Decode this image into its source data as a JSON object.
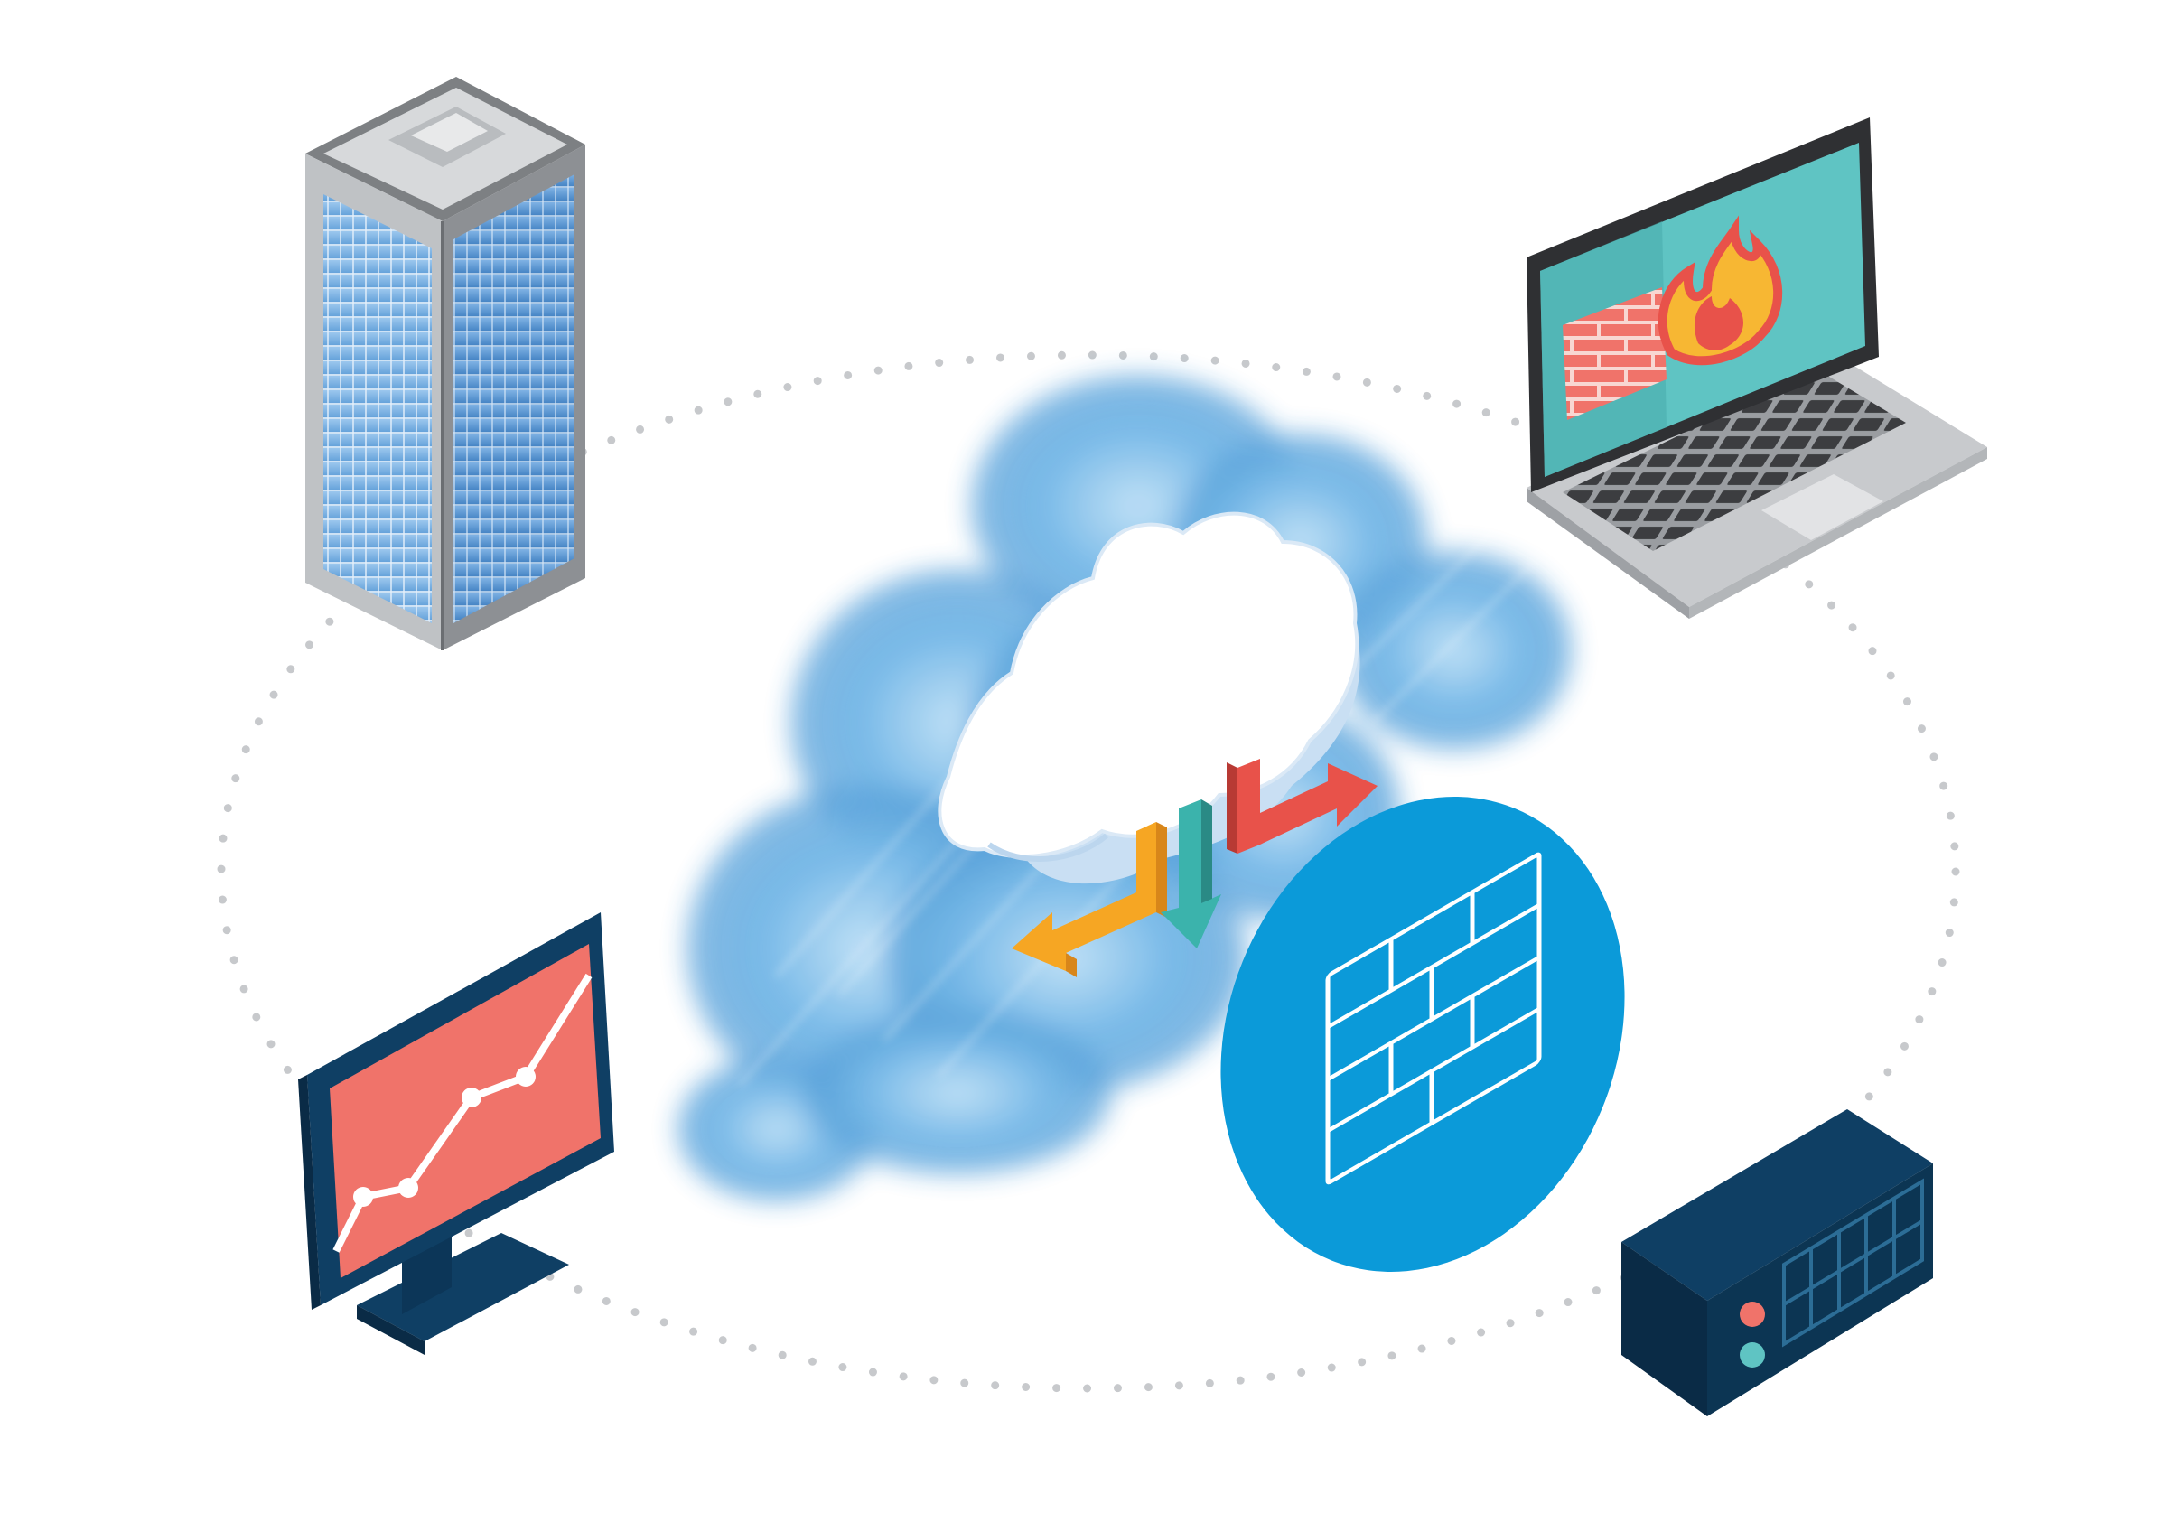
{
  "diagram": {
    "nodes": [
      {
        "id": "office-building",
        "icon": "office-building-icon"
      },
      {
        "id": "laptop",
        "icon": "laptop-firewall-icon"
      },
      {
        "id": "monitor",
        "icon": "monitor-chart-icon"
      },
      {
        "id": "server",
        "icon": "server-rack-icon"
      },
      {
        "id": "firewall",
        "icon": "firewall-brick-icon"
      },
      {
        "id": "cloud",
        "icon": "cloud-icon"
      }
    ],
    "connection_style": "dotted-ellipse",
    "arrows": [
      {
        "color": "#f6a623"
      },
      {
        "color": "#3bb3ac"
      },
      {
        "color": "#e8524a"
      }
    ]
  },
  "colors": {
    "firewall_disc": "#0b9ad9",
    "cloud_blue": "#5aa8e0",
    "brick": "#f0736a",
    "screen_teal": "#5fc4c3",
    "navy": "#0f3f64",
    "server_navy": "#0c3553",
    "dots": "#c7c9cc"
  }
}
